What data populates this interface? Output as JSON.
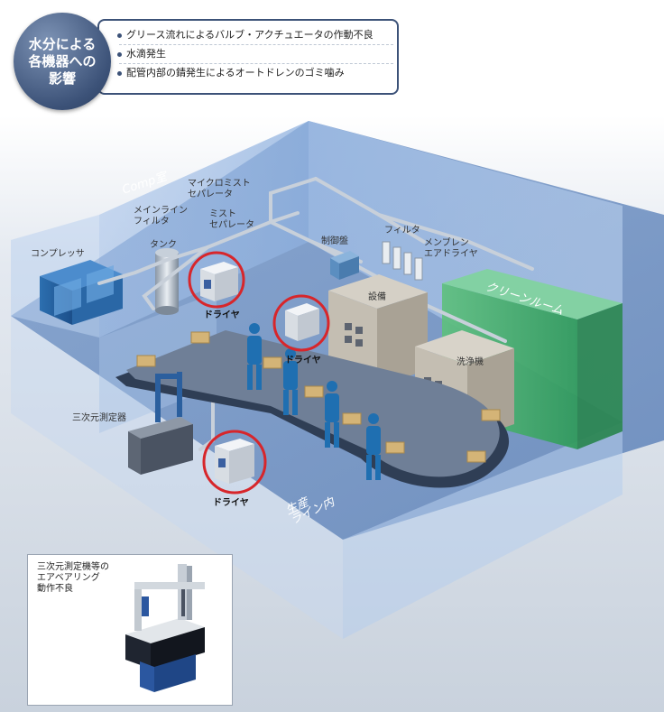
{
  "header": {
    "badge": "水分による\n各機器への\n影響",
    "effects": [
      "グリース流れによるバルブ・アクチュエータの作動不良",
      "水滴発生",
      "配管内部の錆発生によるオートドレンのゴミ噛み"
    ]
  },
  "areas": {
    "comp_room": "Comp室",
    "clean_room": "クリーンルーム",
    "production_line": "生産\nライン内"
  },
  "labels": {
    "compressor": "コンプレッサ",
    "tank": "タンク",
    "mainline_filter": "メインライン\nフィルタ",
    "mist_separator": "ミスト\nセパレータ",
    "micro_mist_separator": "マイクロミスト\nセパレータ",
    "control_panel": "制御盤",
    "filter": "フィルタ",
    "membrane_dryer": "メンブレン\nエアドライヤ",
    "equipment": "設備",
    "washer": "洗浄機",
    "cmm": "三次元測定器",
    "dryer_1": "ドライヤ",
    "dryer_2": "ドライヤ",
    "dryer_3": "ドライヤ"
  },
  "inset": {
    "text": "三次元測定機等の\nエアベアリング\n動作不良"
  },
  "colors": {
    "accent": "#3c5278",
    "highlight": "#d7262b",
    "room": "#8fb2df",
    "clean": "#4cb675"
  }
}
